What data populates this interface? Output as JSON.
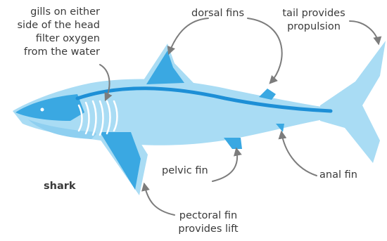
{
  "diagram": {
    "subject": "shark",
    "labels": {
      "gills_line1": "gills on either",
      "gills_line2": "side of the head",
      "gills_line3": "filter oxygen",
      "gills_line4": "from the water",
      "dorsal": "dorsal fins",
      "tail_line1": "tail provides",
      "tail_line2": "propulsion",
      "pelvic": "pelvic fin",
      "anal": "anal fin",
      "pectoral_line1": "pectoral fin",
      "pectoral_line2": "provides lift"
    }
  },
  "colors": {
    "body": "#a9dcf4",
    "fin_dark": "#3aa8e2",
    "spine": "#1d8fd6",
    "skeleton": "#ffffff",
    "arrow": "#7c7c7c",
    "text": "#3a3a3a"
  }
}
